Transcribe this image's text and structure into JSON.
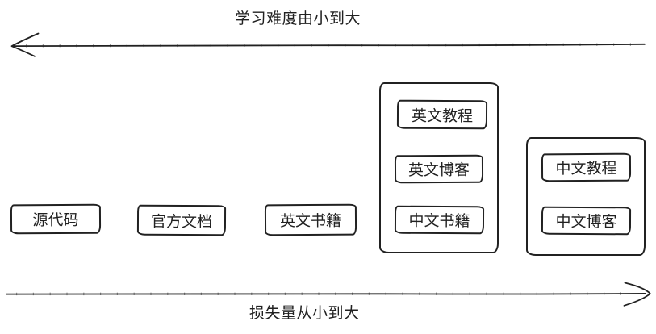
{
  "axes": {
    "top": {
      "label": "学习难度由小到大",
      "direction": "left"
    },
    "bottom": {
      "label": "损失量从小到大",
      "direction": "right"
    }
  },
  "boxes": {
    "source_code": {
      "label": "源代码"
    },
    "official_docs": {
      "label": "官方文档"
    },
    "english_books": {
      "label": "英文书籍"
    },
    "english_tutorial": {
      "label": "英文教程"
    },
    "english_blog": {
      "label": "英文博客"
    },
    "chinese_books": {
      "label": "中文书籍"
    },
    "chinese_tutorial": {
      "label": "中文教程"
    },
    "chinese_blog": {
      "label": "中文博客"
    }
  },
  "colors": {
    "stroke": "#212121",
    "background": "#ffffff"
  }
}
